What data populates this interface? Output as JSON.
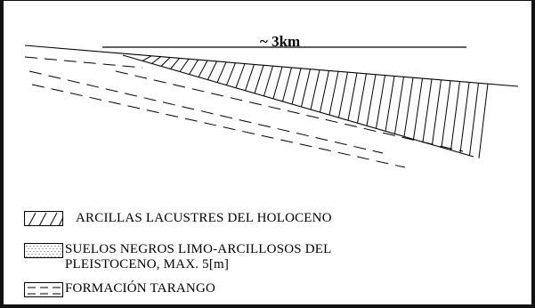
{
  "diagram": {
    "scale_label": "~ 3km"
  },
  "legend": {
    "items": [
      {
        "id": "holoceno",
        "pattern": "hatch",
        "lines": [
          "ARCILLAS LACUSTRES DEL HOLOCENO"
        ]
      },
      {
        "id": "pleistoceno",
        "pattern": "dots",
        "lines": [
          "SUELOS NEGROS LIMO-ARCILLOSOS DEL",
          "PLEISTOCENO, MAX. 5[m]"
        ]
      },
      {
        "id": "tarango",
        "pattern": "dashes",
        "lines": [
          "FORMACIÓN TARANGO"
        ]
      }
    ]
  }
}
